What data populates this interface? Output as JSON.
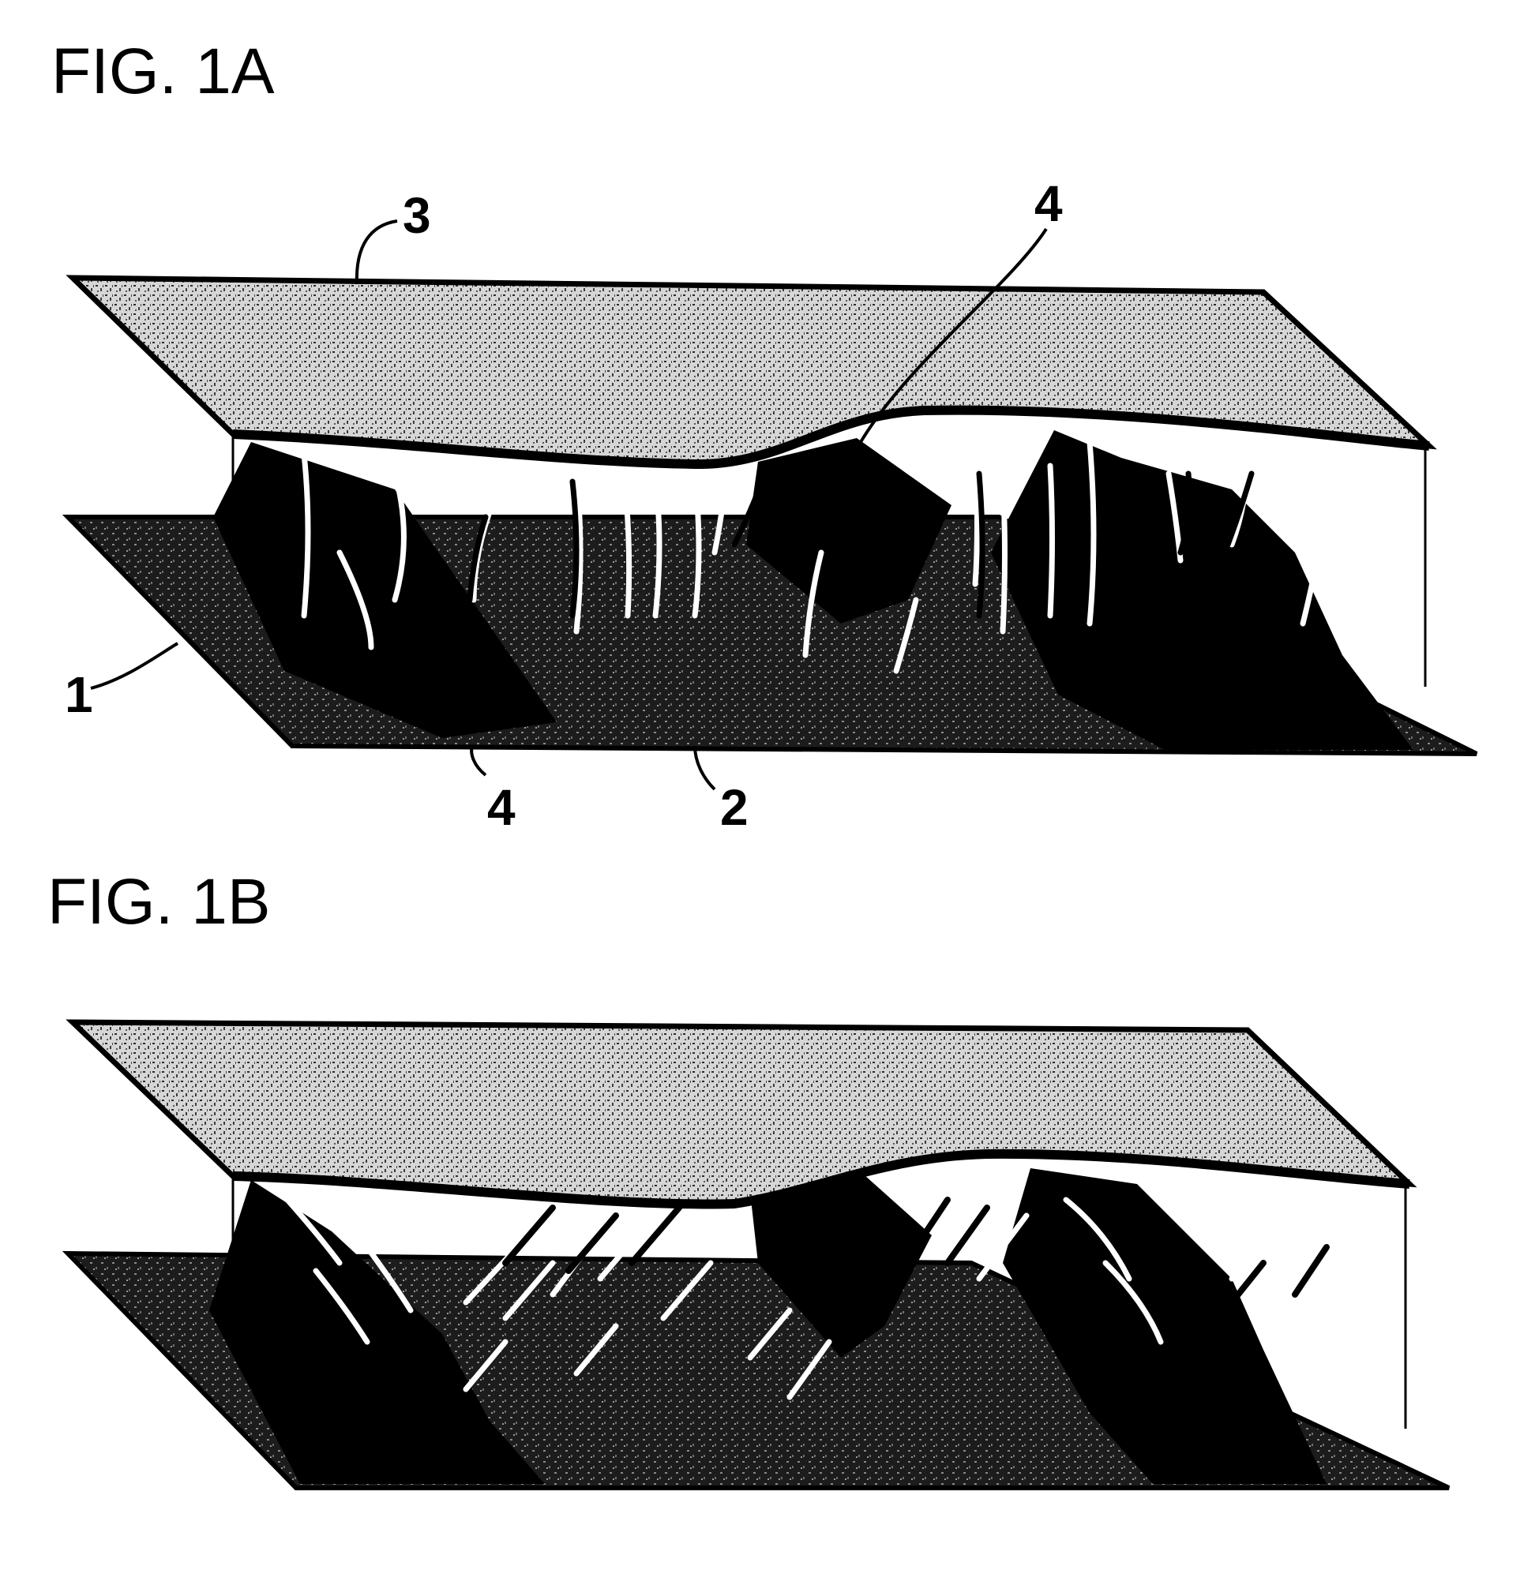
{
  "figures": [
    {
      "title": "FIG. 1A",
      "labels": {
        "substrate_lower": "1",
        "spacer": "2",
        "substrate_upper": "3",
        "alignment_region_upper": "4",
        "alignment_region_lower": "4"
      }
    },
    {
      "title": "FIG. 1B"
    }
  ],
  "colors": {
    "ink": "#000000",
    "paper": "#ffffff",
    "texture": "#3a3a3a"
  }
}
